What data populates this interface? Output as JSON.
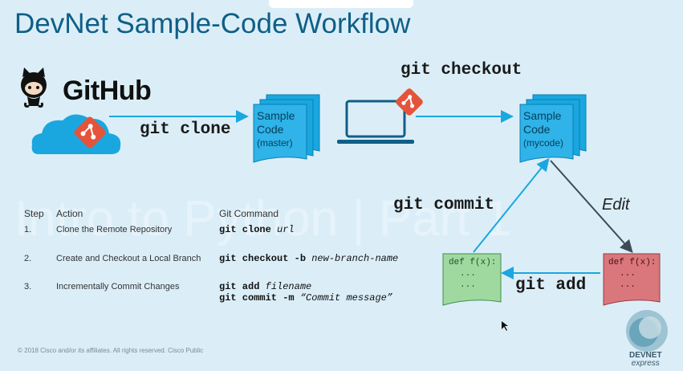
{
  "title": "DevNet Sample-Code Workflow",
  "github_label": "GitHub",
  "watermark": "Intro to Python | Part 1",
  "commands": {
    "clone": "git clone",
    "checkout": "git checkout",
    "commit": "git commit",
    "add": "git add",
    "edit": "Edit"
  },
  "docs": {
    "master": {
      "line1": "Sample",
      "line2": "Code",
      "line3": "(master)"
    },
    "mycode": {
      "line1": "Sample",
      "line2": "Code",
      "line3": "(mycode)"
    }
  },
  "code_files": {
    "line1": "def f(x):",
    "line2": "...",
    "line3": "..."
  },
  "colors": {
    "accent": "#1aa7e0",
    "git_logo": "#e4543a",
    "green_file": "#9fd9a0",
    "red_file": "#d9777c",
    "title": "#0f5f86"
  },
  "table": {
    "headers": {
      "step": "Step",
      "action": "Action",
      "command": "Git Command"
    },
    "rows": [
      {
        "step": "1.",
        "action": "Clone the Remote Repository",
        "cmd1_bold": "git clone",
        "cmd1_ital": "url",
        "cmd2_bold": "",
        "cmd2_ital": ""
      },
      {
        "step": "2.",
        "action": "Create and Checkout a Local Branch",
        "cmd1_bold": "git checkout -b",
        "cmd1_ital": "new-branch-name",
        "cmd2_bold": "",
        "cmd2_ital": ""
      },
      {
        "step": "3.",
        "action": "Incrementally Commit Changes",
        "cmd1_bold": "git add",
        "cmd1_ital": "filename",
        "cmd2_bold": "git commit -m",
        "cmd2_ital": "“Commit message”"
      }
    ]
  },
  "footer": "© 2018  Cisco and/or its affiliates. All rights reserved.   Cisco Public",
  "logo": {
    "line1": "DEVNET",
    "line2": "express"
  }
}
